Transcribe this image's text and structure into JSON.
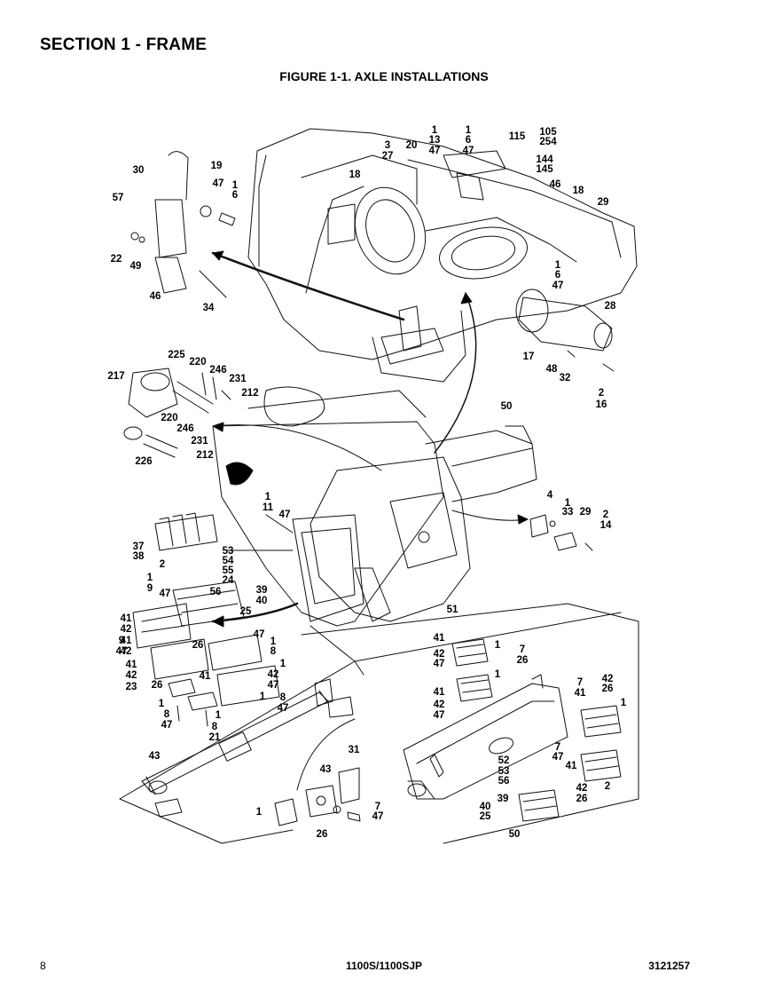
{
  "header": {
    "section_title": "SECTION 1 - FRAME",
    "figure_title": "FIGURE 1-1. AXLE INSTALLATIONS"
  },
  "footer": {
    "page_number": "8",
    "model": "1100S/1100SJP",
    "doc_number": "3121257"
  },
  "callouts": [
    "1",
    "13",
    "47",
    "1",
    "6",
    "47",
    "115",
    "105",
    "254",
    "3",
    "27",
    "20",
    "144",
    "145",
    "18",
    "46",
    "18",
    "29",
    "30",
    "19",
    "57",
    "47",
    "1",
    "6",
    "22",
    "49",
    "46",
    "34",
    "1",
    "6",
    "47",
    "28",
    "17",
    "48",
    "32",
    "2",
    "16",
    "225",
    "220",
    "246",
    "231",
    "212",
    "217",
    "220",
    "246",
    "231",
    "212",
    "226",
    "50",
    "1",
    "11",
    "47",
    "4",
    "1",
    "33",
    "29",
    "2",
    "14",
    "37",
    "38",
    "2",
    "53",
    "54",
    "55",
    "24",
    "56",
    "39",
    "40",
    "25",
    "1",
    "9",
    "47",
    "51",
    "41",
    "42",
    "26",
    "41",
    "42",
    "47",
    "1",
    "8",
    "1",
    "9",
    "47",
    "41",
    "42",
    "23",
    "26",
    "41",
    "42",
    "47",
    "1",
    "8",
    "47",
    "1",
    "8",
    "47",
    "1",
    "8",
    "21",
    "43",
    "31",
    "43",
    "1",
    "7",
    "47",
    "26",
    "41",
    "42",
    "47",
    "1",
    "7",
    "26",
    "41",
    "42",
    "47",
    "1",
    "7",
    "41",
    "42",
    "26",
    "1",
    "7",
    "47",
    "41",
    "42",
    "26",
    "2",
    "52",
    "53",
    "56",
    "39",
    "40",
    "25",
    "50"
  ]
}
